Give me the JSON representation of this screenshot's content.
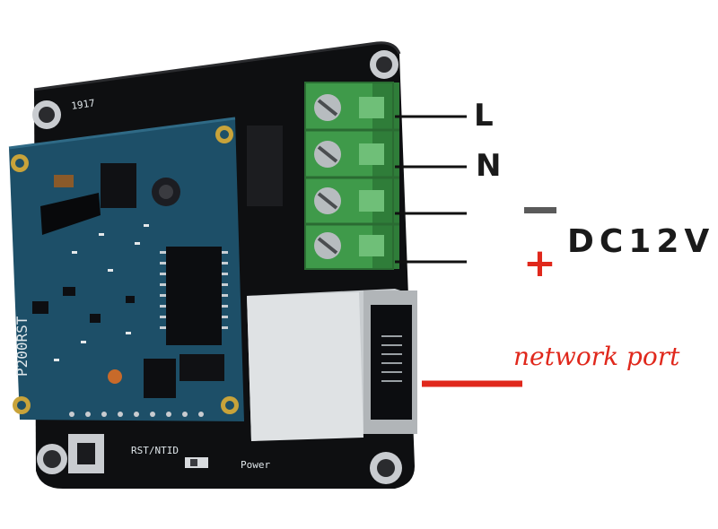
{
  "labels": {
    "line": "L",
    "neutral": "N",
    "dc_voltage": "DC12V",
    "minus": "—",
    "plus": "+",
    "network_port": "network port"
  },
  "board": {
    "model": "P200RST",
    "reset_label": "RST/NTID",
    "power_label": "Power",
    "date_code": "1917"
  },
  "colors": {
    "carrier_board": "#0e0f11",
    "module_board": "#1d4f68",
    "terminal_block": "#3f9a4a",
    "accent_red": "#e0281c",
    "wire_black": "#111111"
  }
}
